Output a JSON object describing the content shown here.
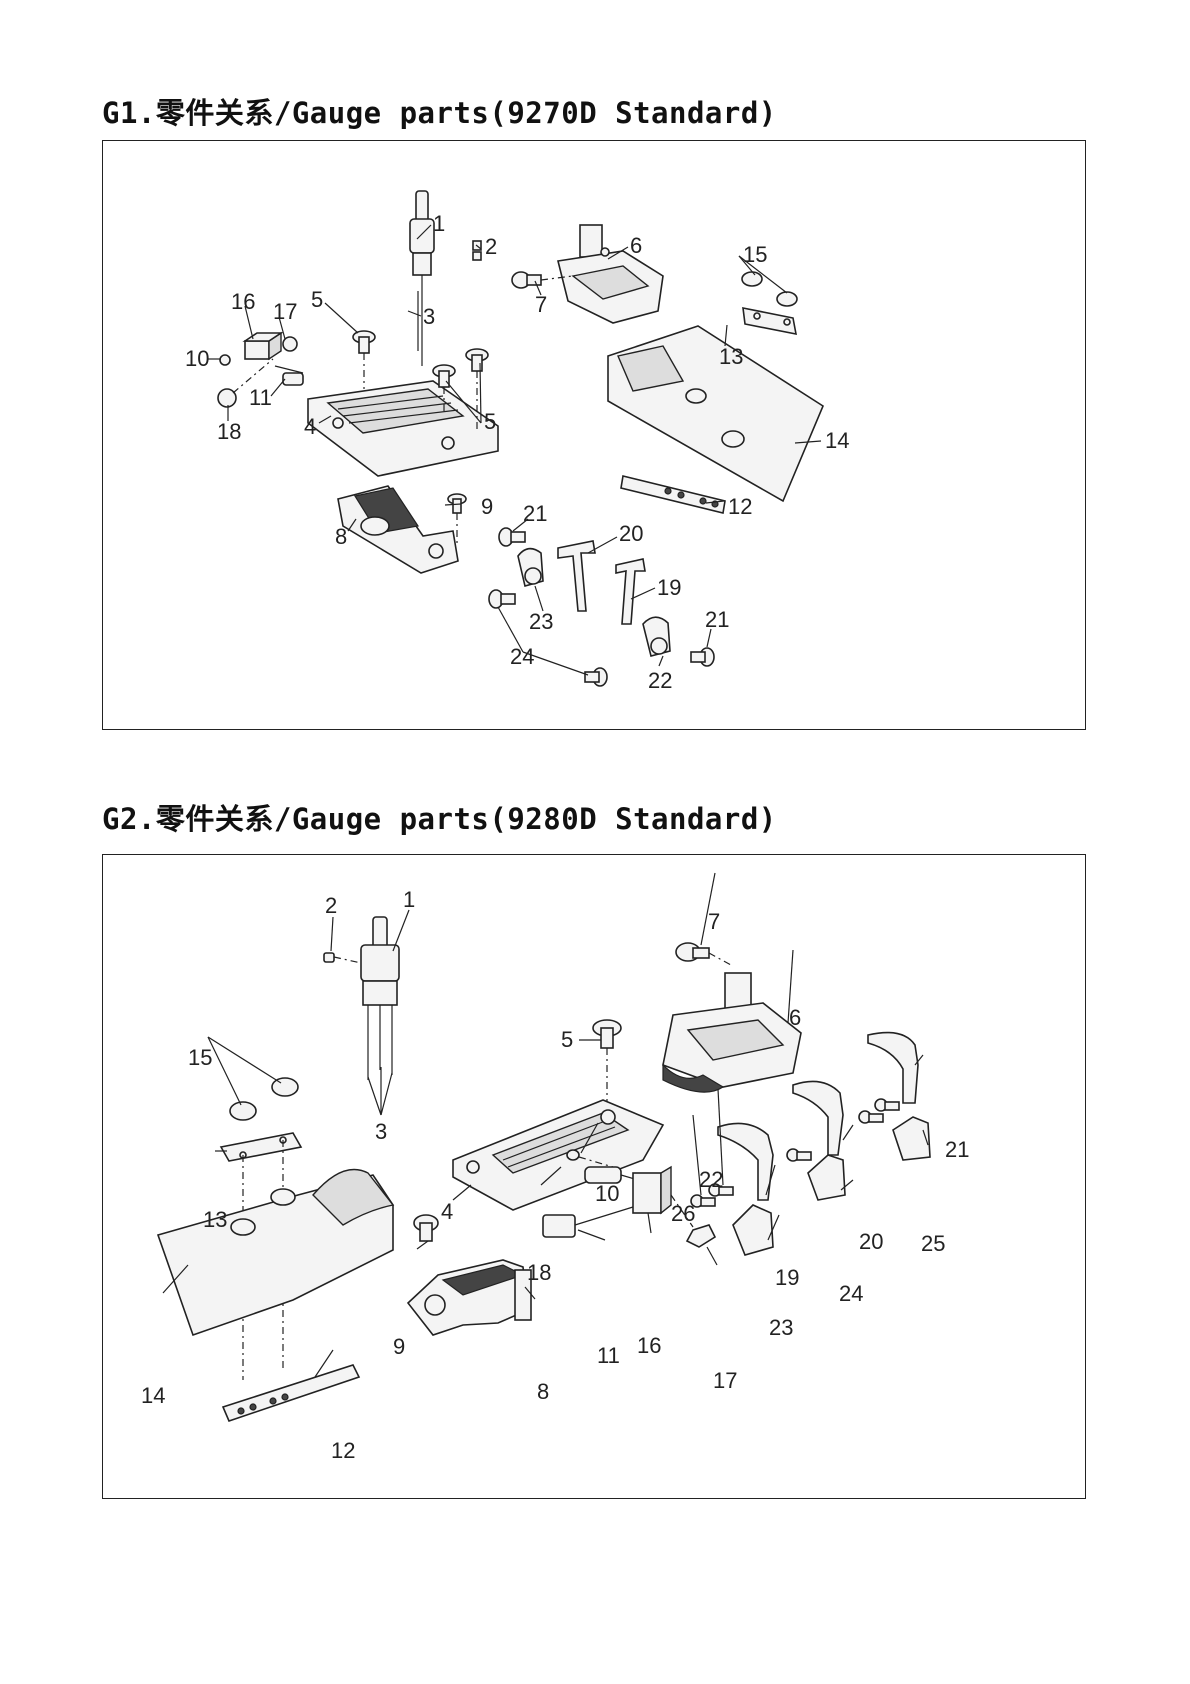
{
  "sections": [
    {
      "title": "G1.零件关系/Gauge parts(9270D Standard)",
      "callouts": [
        "1",
        "2",
        "3",
        "4",
        "5",
        "5",
        "6",
        "7",
        "8",
        "9",
        "10",
        "11",
        "12",
        "13",
        "14",
        "15",
        "16",
        "17",
        "18",
        "19",
        "20",
        "21",
        "21",
        "22",
        "23",
        "24"
      ]
    },
    {
      "title": "G2.零件关系/Gauge parts(9280D Standard)",
      "callouts": [
        "1",
        "2",
        "3",
        "4",
        "5",
        "6",
        "7",
        "8",
        "9",
        "10",
        "11",
        "12",
        "13",
        "14",
        "15",
        "16",
        "17",
        "18",
        "19",
        "20",
        "21",
        "22",
        "23",
        "24",
        "25",
        "26"
      ]
    }
  ]
}
